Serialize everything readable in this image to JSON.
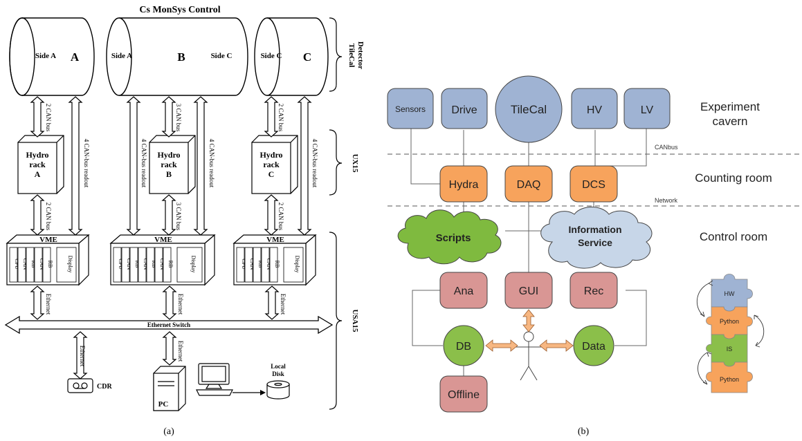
{
  "panel_a": {
    "title": "Cs MonSys Control",
    "caption": "(a)",
    "cylinders": [
      {
        "letter": "A",
        "side_left": "Side A",
        "side_right": ""
      },
      {
        "letter": "B",
        "side_left": "Side A",
        "side_right": "Side C"
      },
      {
        "letter": "C",
        "side_left": "Side C",
        "side_right": ""
      }
    ],
    "zones": {
      "detector_line1": "TileCal",
      "detector_line2": "Detector",
      "ux15": "UX15",
      "usa15": "USA15"
    },
    "racks": [
      {
        "line1": "Hydro",
        "line2": "rack",
        "line3": "A"
      },
      {
        "line1": "Hydro",
        "line2": "rack",
        "line3": "B"
      },
      {
        "line1": "Hydro",
        "line2": "rack",
        "line3": "C"
      }
    ],
    "bus_labels": {
      "two_can": "2 CAN bus",
      "three_can": "3 CAN bus",
      "readout": "4 CAN-bus readout"
    },
    "vme": {
      "title": "VME",
      "cpu": "CPU",
      "can": "CAN",
      "rb": "RB",
      "display": "Display"
    },
    "ethernet": "Ethernet",
    "switch": "Ethernet Switch",
    "cdr": "CDR",
    "pc": "PC",
    "local_disk_line1": "Local",
    "local_disk_line2": "Disk"
  },
  "panel_b": {
    "caption": "(b)",
    "zones": {
      "cavern_line1": "Experiment",
      "cavern_line2": "cavern",
      "counting": "Counting room",
      "control": "Control room",
      "canbus": "CANbus",
      "network": "Network"
    },
    "nodes": {
      "sensors": "Sensors",
      "drive": "Drive",
      "tilecal": "TileCal",
      "hv": "HV",
      "lv": "LV",
      "hydra": "Hydra",
      "daq": "DAQ",
      "dcs": "DCS",
      "scripts": "Scripts",
      "info_line1": "Information",
      "info_line2": "Service",
      "ana": "Ana",
      "gui": "GUI",
      "rec": "Rec",
      "db": "DB",
      "data": "Data",
      "offline": "Offline"
    },
    "puzzle": [
      "HW",
      "Python",
      "IS",
      "Python"
    ],
    "colors": {
      "blue_box": "#9fb3d3",
      "orange_box": "#f7a35c",
      "pink_box": "#d99694",
      "green": "#8bbf4a",
      "green_cloud": "#7fba3f",
      "blue_cloud": "#c7d6e8"
    }
  }
}
